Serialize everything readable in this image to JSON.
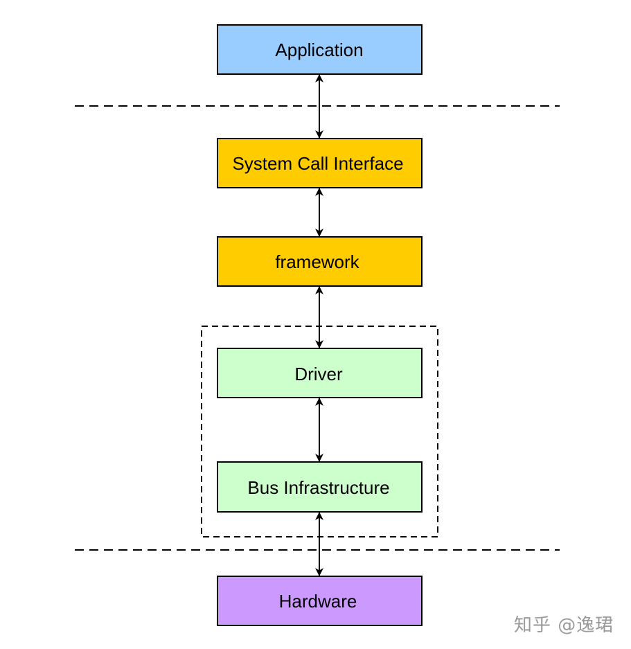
{
  "layers": {
    "application": {
      "label": "Application",
      "fill": "#99CCFF"
    },
    "syscall": {
      "label": "System Call Interface",
      "fill": "#FFCC00"
    },
    "framework": {
      "label": "framework",
      "fill": "#FFCC00"
    },
    "driver": {
      "label": "Driver",
      "fill": "#CCFFCC"
    },
    "bus": {
      "label": "Bus Infrastructure",
      "fill": "#CCFFCC"
    },
    "hardware": {
      "label": "Hardware",
      "fill": "#CC99FF"
    }
  },
  "watermark": "知乎 @逸珺"
}
